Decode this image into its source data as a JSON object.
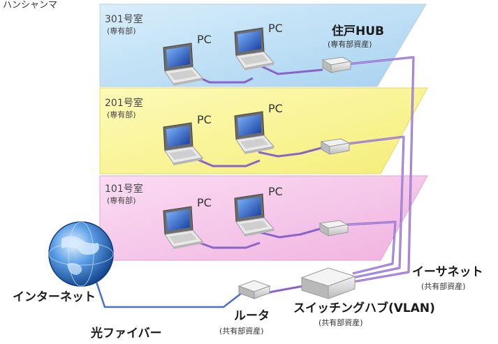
{
  "header_fragment": "ハンシャンマ",
  "floors": [
    {
      "room": "301号室",
      "area": "(専有部)",
      "pc1": "PC",
      "pc2": "PC",
      "color": "#bfe0f6"
    },
    {
      "room": "201号室",
      "area": "(専有部)",
      "pc1": "PC",
      "pc2": "PC",
      "color": "#fbf59a"
    },
    {
      "room": "101号室",
      "area": "(専有部)",
      "pc1": "PC",
      "pc2": "PC",
      "color": "#f6c6ea"
    }
  ],
  "hub": {
    "label": "住戸HUB",
    "sub": "(専有部資産)"
  },
  "ethernet": {
    "label": "イーサネット",
    "sub": "(共有部資産)"
  },
  "switch": {
    "label": "スイッチングハブ(VLAN)",
    "sub": "(共有部資産)"
  },
  "router": {
    "label": "ルータ",
    "sub": "(共有部資産)"
  },
  "internet": {
    "label": "インターネット"
  },
  "fiber": {
    "label": "光ファイバー"
  },
  "colors": {
    "cable": "#8a63c9",
    "cable_inner": "#c7b0ee",
    "fiber_cable": "#4a6fc1",
    "globe": "#1f5aa8"
  }
}
